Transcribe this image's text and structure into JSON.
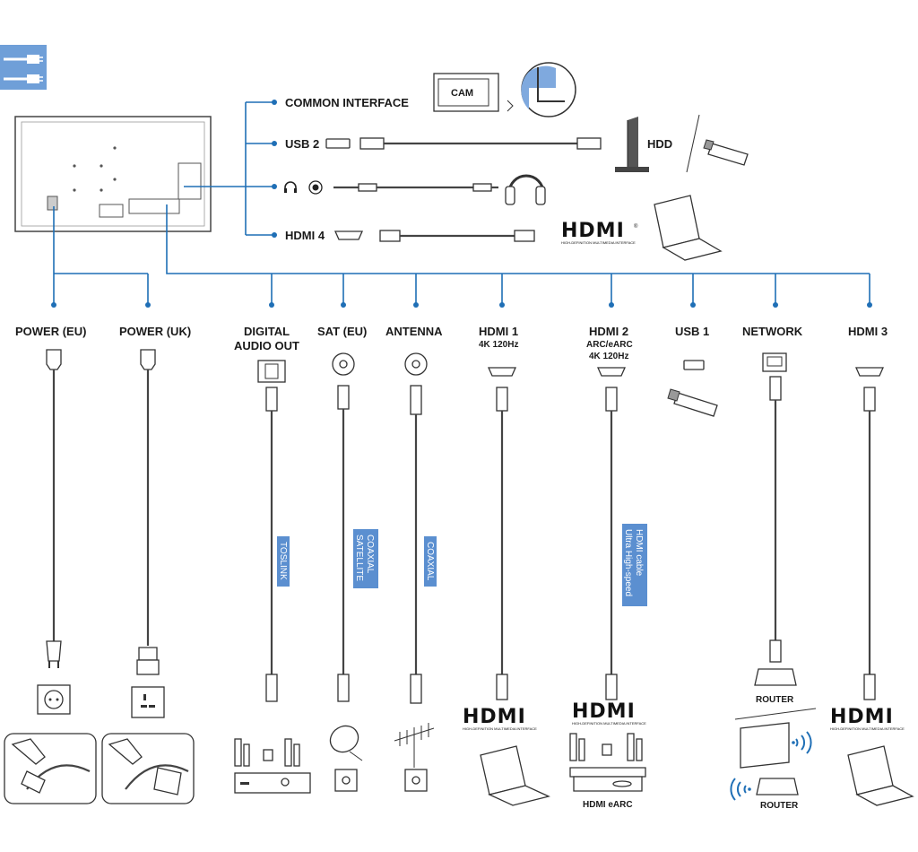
{
  "header_icon": "cable-connections-icon",
  "colors": {
    "accent": "#1f6fb6",
    "tag_bg": "#5b8fd0",
    "icon_bg": "#6f9fd8"
  },
  "side_ports": {
    "common_interface": "COMMON INTERFACE",
    "cam": "CAM",
    "usb2": "USB 2",
    "hdd": "HDD",
    "hdmi4": "HDMI 4"
  },
  "bottom_ports": {
    "power_eu": "POWER (EU)",
    "power_uk": "POWER (UK)",
    "digital_audio_out_1": "DIGITAL",
    "digital_audio_out_2": "AUDIO OUT",
    "sat_eu": "SAT (EU)",
    "antenna": "ANTENNA",
    "hdmi1": "HDMI 1",
    "hdmi1_sub": "4K 120Hz",
    "hdmi2": "HDMI 2",
    "hdmi2_sub1": "ARC/eARC",
    "hdmi2_sub2": "4K 120Hz",
    "usb1": "USB 1",
    "network": "NETWORK",
    "hdmi3": "HDMI 3"
  },
  "cable_tags": {
    "toslink": "TOSLINK",
    "satellite_1": "SATELLITE",
    "satellite_2": "COAXIAL",
    "coaxial": "COAXIAL",
    "uhs_1": "Ultra High-speed",
    "uhs_2": "HDMI cable"
  },
  "device_labels": {
    "router_1": "ROUTER",
    "router_2": "ROUTER",
    "hdmi_earc": "HDMI eARC"
  },
  "logos": {
    "hdmi": "HDMI",
    "hdmi_sub": "HIGH-DEFINITION MULTIMEDIA INTERFACE",
    "registered": "®"
  }
}
